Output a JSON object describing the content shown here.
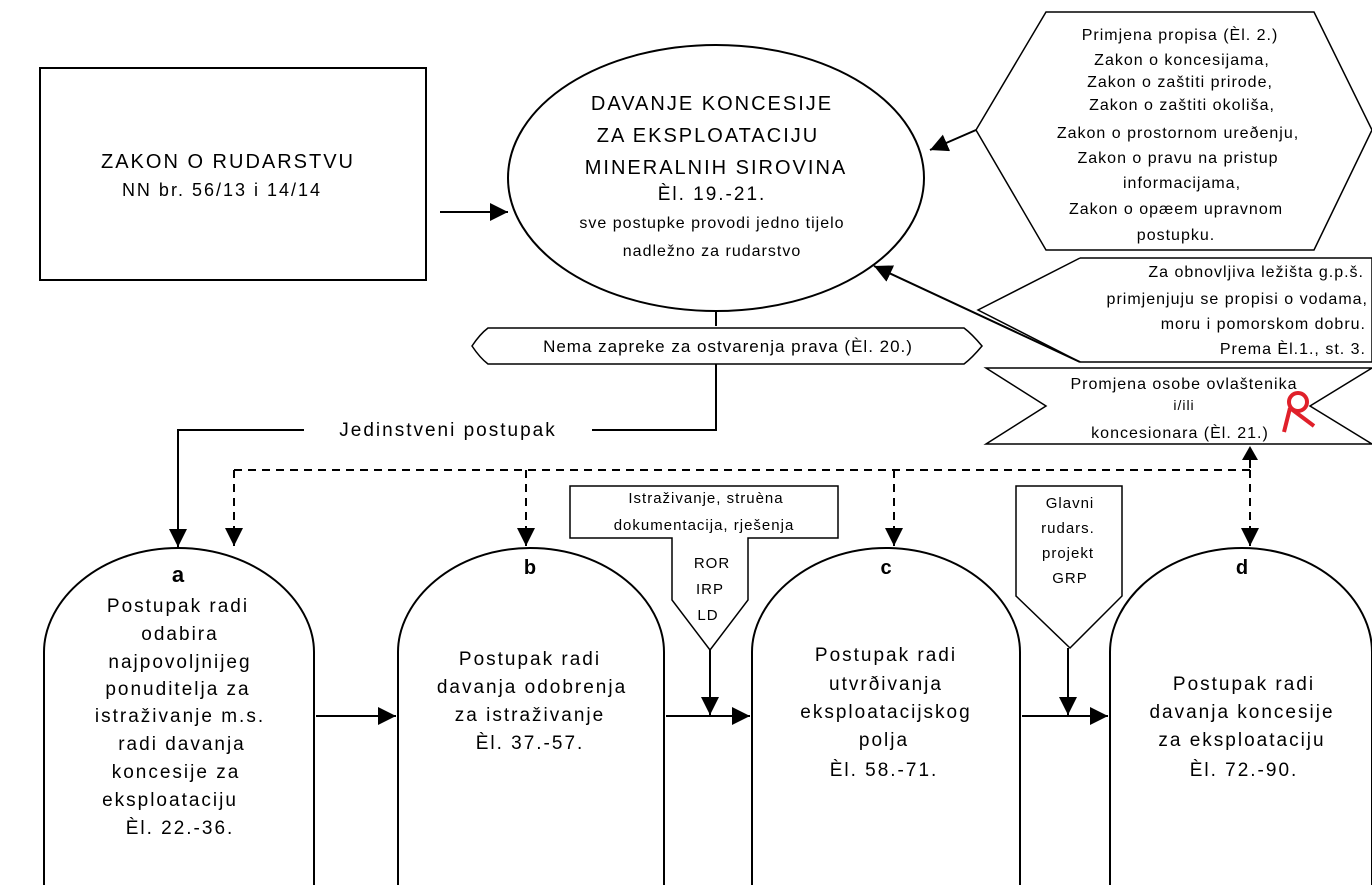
{
  "law_box": {
    "line1": "ZAKON O RUDARSTVU",
    "line2": "NN br. 56/13 i 14/14"
  },
  "main_ellipse": {
    "lines": [
      "DAVANJE KONCESIJE",
      "ZA EKSPLOATACIJU",
      "MINERALNIH SIROVINA",
      "Èl. 19.-21."
    ],
    "sub_lines": [
      "sve postupke provodi jedno tijelo",
      "nadležno za rudarstvo"
    ]
  },
  "regulations_hexagon": {
    "lines": [
      "Primjena propisa (Èl. 2.)",
      "Zakon o koncesijama,",
      "Zakon o zaštiti prirode,",
      "Zakon o zaštiti okoliša,",
      "Zakon o prostornom ureðenju,",
      "Zakon o pravu na pristup",
      "informacijama,",
      "Zakon o opæem upravnom",
      "postupku."
    ]
  },
  "renewable_note": {
    "lines": [
      "Za obnovljiva ležišta g.p.š.",
      "primjenjuju se propisi o vodama,",
      "moru i pomorskom dobru.",
      "Prema Èl.1., st. 3."
    ]
  },
  "obstacle_banner": "Nema zapreke za ostvarenja prava (Èl. 20.)",
  "change_banner": {
    "lines": [
      "Promjena osobe ovlaštenika",
      "i/ili",
      "koncesionara (Èl. 21.)"
    ]
  },
  "unified_procedure": "Jedinstveni postupak",
  "research_note": {
    "lines": [
      "Istraživanje, struèna",
      "dokumentacija, rješenja"
    ],
    "docs": [
      "ROR",
      "IRP",
      "LD"
    ]
  },
  "mining_note": {
    "lines": [
      "Glavni",
      "rudars.",
      "projekt",
      "GRP"
    ]
  },
  "procedures": [
    {
      "letter": "a",
      "lines": [
        "Postupak radi",
        "odabira",
        "najpovoljnijeg",
        "ponuditelja za",
        "istraživanje m.s.",
        "radi davanja",
        "koncesije za",
        "eksploataciju",
        "Èl. 22.-36."
      ]
    },
    {
      "letter": "b",
      "lines": [
        "Postupak radi",
        "davanja odobrenja",
        "za istraživanje",
        "Èl. 37.-57."
      ]
    },
    {
      "letter": "c",
      "lines": [
        "Postupak radi",
        "utvrðivanja",
        "eksploatacijskog",
        "polja",
        "Èl. 58.-71."
      ]
    },
    {
      "letter": "d",
      "lines": [
        "Postupak radi",
        "davanja koncesije",
        "za eksploataciju",
        "Èl. 72.-90."
      ]
    }
  ],
  "colors": {
    "stroke": "#000000",
    "symbol": "#e0202a"
  }
}
